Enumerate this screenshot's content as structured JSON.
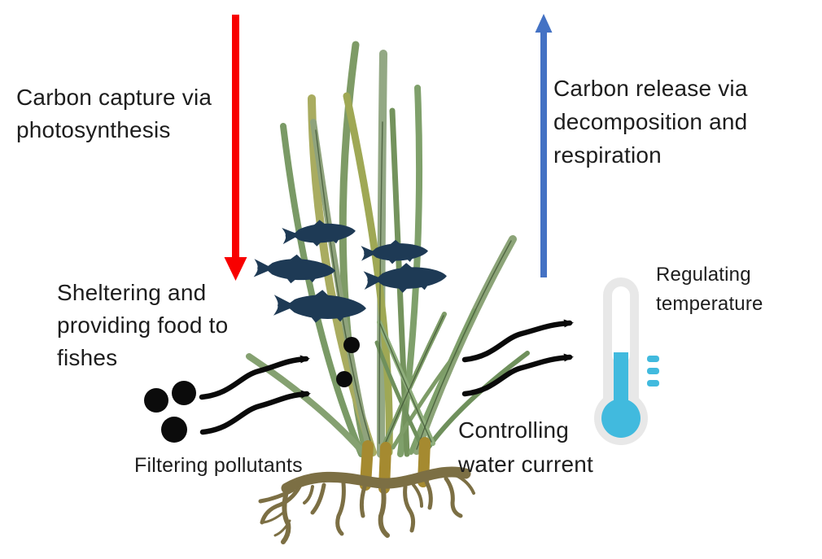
{
  "diagram": {
    "title_hint": "Seagrass ecosystem functions diagram",
    "labels": {
      "carbon_capture": "Carbon capture via photosynthesis",
      "carbon_release": "Carbon release via decomposition and respiration",
      "sheltering": "Sheltering and providing food to fishes",
      "filtering": "Filtering pollutants",
      "controlling": "Controlling water current",
      "regulating": "Regulating temperature"
    },
    "icons": {
      "carbon_capture_arrow": "red-down-arrow",
      "carbon_release_arrow": "blue-up-arrow",
      "fish": "fish-silhouette",
      "pollutant": "black-dot",
      "flow": "wavy-right-arrow",
      "temperature": "thermometer"
    },
    "colors": {
      "text": "#1d1d1d",
      "red_arrow": "#f80000",
      "blue_arrow": "#4472c4",
      "fish": "#1e3a55",
      "pollutant": "#0b0b0b",
      "flow_arrow": "#0a0a0a",
      "thermometer_body": "#e8e8e8",
      "thermometer_fill": "#41bade",
      "sheath_gold": "#a58a30",
      "root_brown": "#8a7b4b",
      "seagrass_green": "#7e9b66",
      "seagrass_olive": "#a9ac60",
      "seagrass_gray_green": "#93a884"
    }
  }
}
